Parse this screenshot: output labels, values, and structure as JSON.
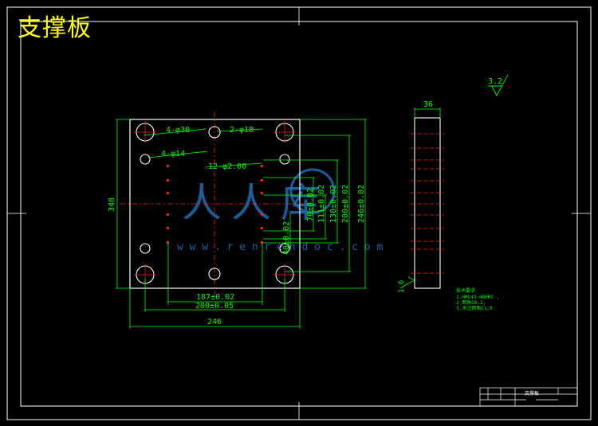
{
  "title": "支撑板",
  "plan": {
    "callouts": {
      "holes_30": "4-φ30",
      "holes_18": "2-φ18",
      "holes_14": "4-φ14",
      "holes_2": "12-φ2.00"
    },
    "dims": {
      "d70": "70±0.02",
      "d111": "111±0.02",
      "d130": "130±0.02",
      "d200v": "200±0.02",
      "d246v": "246±0.02",
      "d348": "348",
      "d187": "187±0.02",
      "d200h": "200±0.05",
      "d246h": "246",
      "dleft": "40±0.02"
    }
  },
  "side": {
    "thickness": "36"
  },
  "roughness": {
    "top": "3.2",
    "side": "1.6"
  },
  "watermark": {
    "text": "人人库",
    "url": "w w w . r e n r e n d o c . c o m"
  },
  "notes": {
    "heading": "技术要求",
    "lines": [
      "1.HRC43-48HRC ,",
      "2.倒角C0.2,",
      "3.未注倒角C1.0"
    ]
  },
  "title_block": {
    "name": "支撑板"
  },
  "colors": {
    "line": "#00ff00",
    "center": "#ff2020",
    "frame": "#ffffff",
    "title": "#ffff00",
    "watermark": "#1e6eb4"
  }
}
